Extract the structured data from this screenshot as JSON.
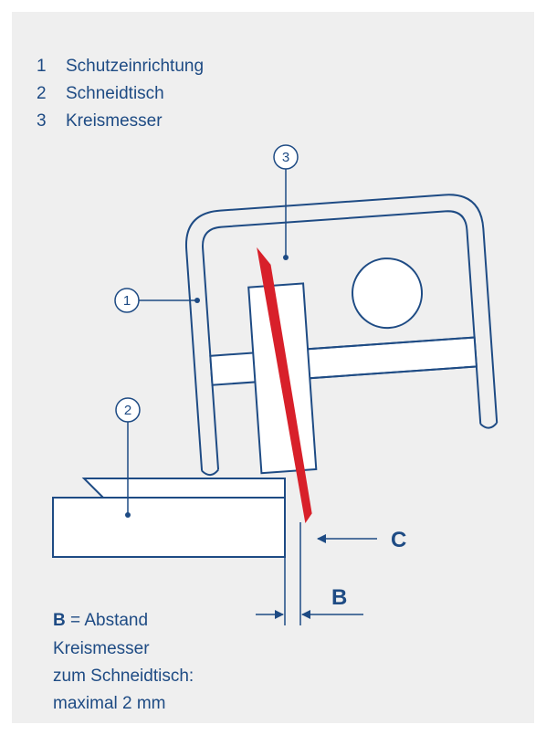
{
  "legend": [
    {
      "num": "1",
      "text": "Schutzeinrichtung"
    },
    {
      "num": "2",
      "text": "Schneidtisch"
    },
    {
      "num": "3",
      "text": "Kreismesser"
    }
  ],
  "callouts": {
    "guard": "1",
    "table": "2",
    "blade": "3"
  },
  "labels": {
    "C": "C",
    "B": "B"
  },
  "note": {
    "bold": "B",
    "rest": " = Abstand",
    "line2": "Kreismesser",
    "line3": "zum Schneidtisch:",
    "line4": "maximal 2 mm"
  },
  "colors": {
    "line": "#1e4b84",
    "blade": "#d8202a",
    "background": "#efefef"
  }
}
